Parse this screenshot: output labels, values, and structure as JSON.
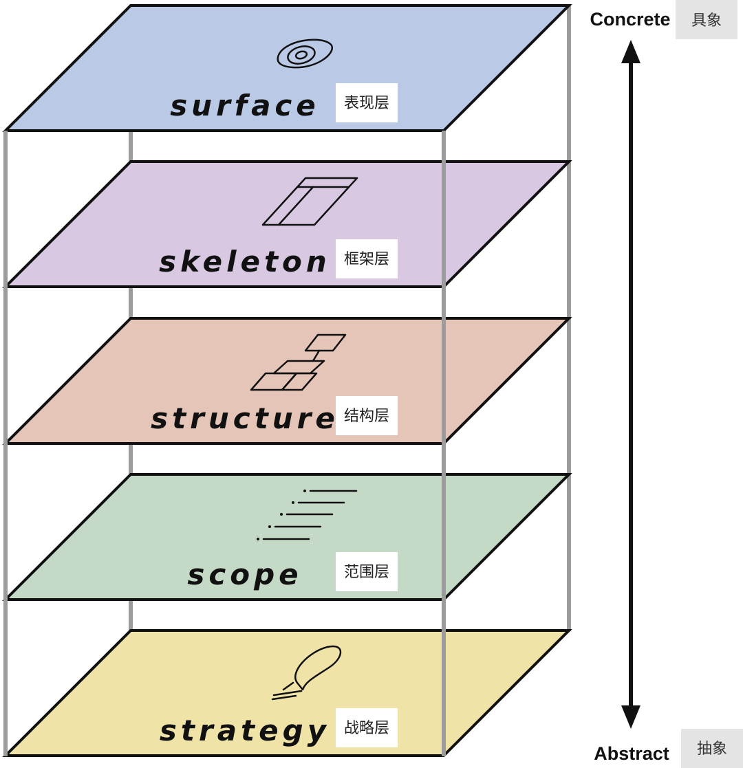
{
  "layers": [
    {
      "id": "surface",
      "name": "surface",
      "cn": "表现层",
      "color": "#b9c9e6",
      "icon": "surface-eye-icon"
    },
    {
      "id": "skeleton",
      "name": "skeleton",
      "cn": "框架层",
      "color": "#d8c8e2",
      "icon": "skeleton-wireframe-icon"
    },
    {
      "id": "structure",
      "name": "structure",
      "cn": "结构层",
      "color": "#e5c5b8",
      "icon": "structure-boxes-icon"
    },
    {
      "id": "scope",
      "name": "scope",
      "cn": "范围层",
      "color": "#c5d9c7",
      "icon": "scope-list-icon"
    },
    {
      "id": "strategy",
      "name": "strategy",
      "cn": "战略层",
      "color": "#f0e3a8",
      "icon": "strategy-lightbulb-icon"
    }
  ],
  "axis": {
    "top_label": "Concrete",
    "top_cn": "具象",
    "bottom_label": "Abstract",
    "bottom_cn": "抽象"
  }
}
